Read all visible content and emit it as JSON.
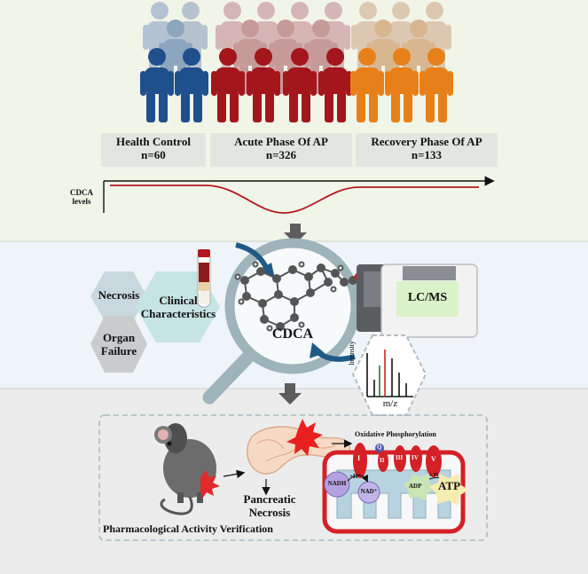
{
  "groups": [
    {
      "label": "Health Control",
      "count": "n=60",
      "color": "#1f4f8c",
      "ghost": "#9eb6cc"
    },
    {
      "label": "Acute Phase Of AP",
      "count": "n=326",
      "color": "#a3161c",
      "ghost": "#d2a6a6"
    },
    {
      "label": "Recovery Phase Of AP",
      "count": "n=133",
      "color": "#e8801a",
      "ghost": "#d9bf9f"
    }
  ],
  "levels_chart": {
    "ylabel": "CDCA levels",
    "line_color": "#b5191f"
  },
  "middle": {
    "hex_necrosis": "Necrosis",
    "hex_organ_failure": "Organ Failure",
    "hex_clinical": "Clinical Characteristics",
    "center_label": "CDCA",
    "lcms_label": "LC/MS",
    "spectrum_ylabel": "Intensity",
    "spectrum_xlabel": "m/z"
  },
  "bottom": {
    "necrosis_label": "Pancreatic Necrosis",
    "oxphos_title": "Oxidative Phosphorylation",
    "complexes": [
      "I",
      "Q",
      "II",
      "III",
      "IV",
      "V"
    ],
    "nadh": "NADH",
    "h_plus": "+H⁺",
    "nad": "NAD⁺",
    "adp": "ADP",
    "pi": "+ Pi",
    "atp": "ATP",
    "caption": "Pharmacological Activity Verification"
  },
  "colors": {
    "band_top": "#f1f5e8",
    "band_middle": "#eef4f7",
    "band_bottom": "#ececec",
    "arrow_grey": "#5d5d5d",
    "magnifier": "#9eb3ba",
    "mito_outer": "#d42027",
    "mito_inner": "#b7d3df"
  }
}
